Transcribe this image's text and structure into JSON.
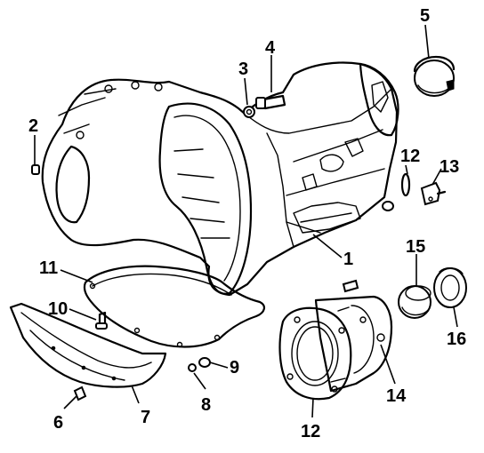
{
  "callouts": {
    "c1": "1",
    "c2": "2",
    "c3": "3",
    "c4": "4",
    "c5": "5",
    "c6": "6",
    "c7": "7",
    "c8": "8",
    "c9": "9",
    "c10": "10",
    "c11": "11",
    "c12a": "12",
    "c12b": "12",
    "c13": "13",
    "c14": "14",
    "c15": "15",
    "c16": "16"
  },
  "style": {
    "ink_color": "#000000",
    "background_color": "#ffffff"
  }
}
